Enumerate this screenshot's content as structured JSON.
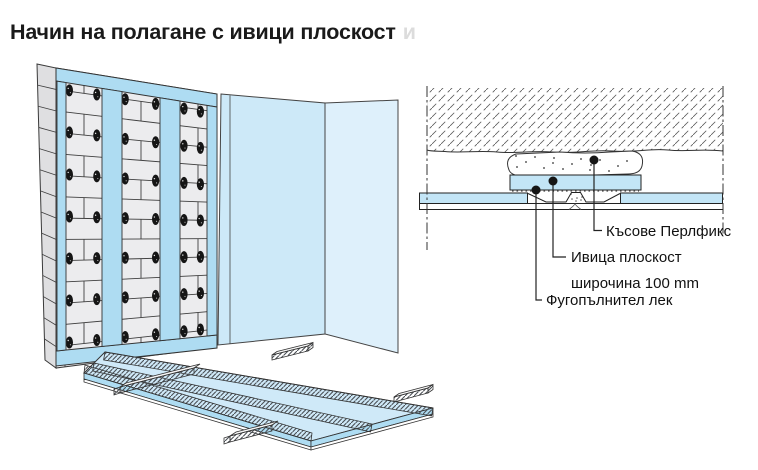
{
  "title": "Начин на полагане с ивици плоскост",
  "title_artifact": "и",
  "detail": {
    "labels": {
      "perlfix": "Късове Перлфикс",
      "strip_line1": "Ивица плоскост",
      "strip_line2": "широчина 100 mm",
      "filler": "Фугопълнител лек"
    }
  },
  "colors": {
    "ink": "#1a1a1a",
    "outline": "#3a3a3a",
    "brick_line": "#3f3f3f",
    "brick_fill": "#ececee",
    "brick_side_fill": "#dfdfe1",
    "strip_blue": "#aedcf2",
    "side_wall_blue": "#cde9f8",
    "corner_wall_blue": "#def0fb",
    "board_blue": "#cfe9f8",
    "edge_blue": "#aedcf2",
    "detail_blue": "#c3e5f6",
    "dab_black": "#151515",
    "artifact_gray": "#dcdcdc"
  }
}
